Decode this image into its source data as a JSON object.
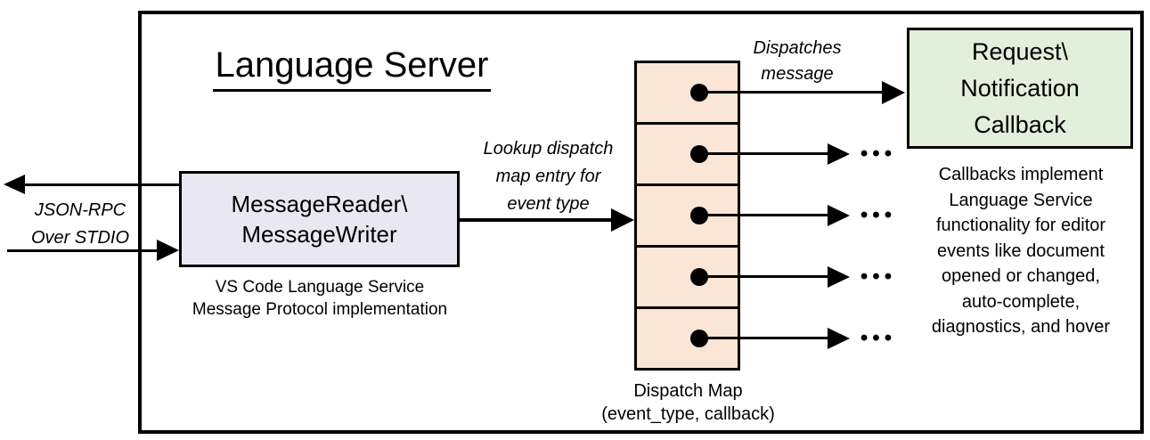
{
  "title": "Language Server",
  "colors": {
    "outline": "#000000",
    "message_box_fill": "#e9e7f1",
    "dispatch_map_fill": "#fbe5d6",
    "callback_box_fill": "#e2efda"
  },
  "transport": {
    "lines": [
      "JSON-RPC",
      "Over STDIO"
    ]
  },
  "message_box": {
    "lines": [
      "MessageReader\\",
      "MessageWriter"
    ],
    "caption": [
      "VS Code Language Service",
      "Message Protocol implementation"
    ]
  },
  "lookup_label": {
    "lines": [
      "Lookup dispatch",
      "map entry for",
      "event type"
    ]
  },
  "dispatches_label": {
    "lines": [
      "Dispatches",
      "message"
    ]
  },
  "callback_box": {
    "lines": [
      "Request\\",
      "Notification",
      "Callback"
    ]
  },
  "callbacks_note": {
    "lines": [
      "Callbacks implement",
      "Language Service",
      "functionality for editor",
      "events like document",
      "opened or changed,",
      "auto-complete,",
      "diagnostics, and hover"
    ]
  },
  "dispatch_map": {
    "caption": [
      "Dispatch Map",
      "(event_type, callback)"
    ]
  },
  "ellipsis": "•••"
}
